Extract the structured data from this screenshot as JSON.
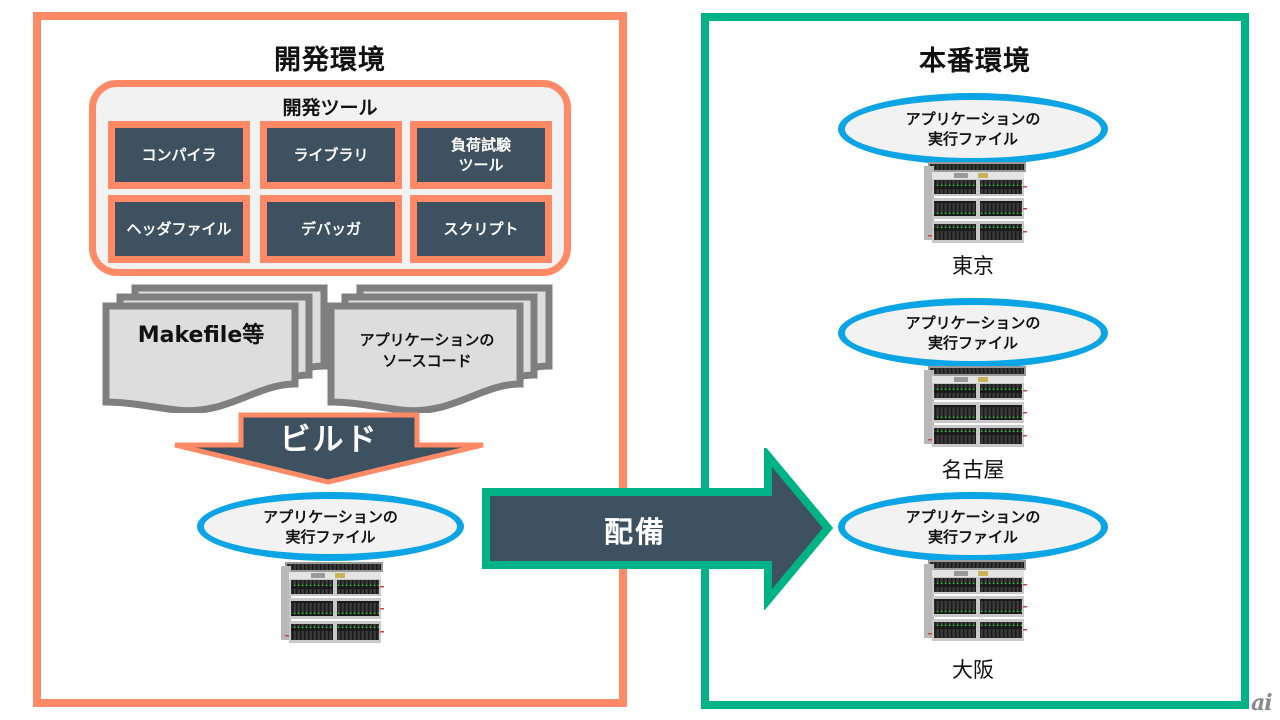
{
  "colors": {
    "dev_accent": "#FF8A65",
    "prod_accent": "#00B386",
    "exec_outline": "#0BA5E6",
    "dark_fill": "#3E5160",
    "doc_border": "#7F7F7F",
    "doc_fill": "#DDDDDD"
  },
  "dev_env": {
    "title": "開発環境",
    "tools": {
      "title": "開発ツール",
      "items": [
        {
          "label": "コンパイラ"
        },
        {
          "label": "ライブラリ"
        },
        {
          "label": "負荷試験\nツール"
        },
        {
          "label": "ヘッダファイル"
        },
        {
          "label": "デバッガ"
        },
        {
          "label": "スクリプト"
        }
      ]
    },
    "documents": [
      {
        "label": "Makefile等"
      },
      {
        "label": "アプリケーションの\nソースコード"
      }
    ],
    "build_arrow_label": "ビルド",
    "output": {
      "label": "アプリケーションの\n実行ファイル",
      "icon": "server-rack-icon"
    }
  },
  "deploy_arrow_label": "配備",
  "prod_env": {
    "title": "本番環境",
    "sites": [
      {
        "exec_label": "アプリケーションの\n実行ファイル",
        "city": "東京",
        "icon": "server-rack-icon"
      },
      {
        "exec_label": "アプリケーションの\n実行ファイル",
        "city": "名古屋",
        "icon": "server-rack-icon"
      },
      {
        "exec_label": "アプリケーションの\n実行ファイル",
        "city": "大阪",
        "icon": "server-rack-icon"
      }
    ]
  },
  "watermark": "ai"
}
